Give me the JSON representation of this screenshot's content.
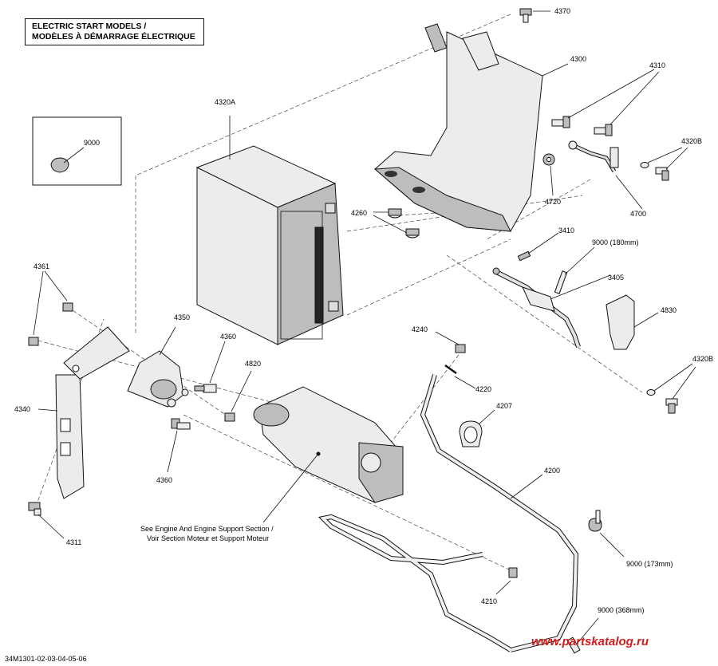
{
  "title": {
    "line1": "ELECTRIC START MODELS /",
    "line2": "MODÈLES À DÉMARRAGE ÉLECTRIQUE"
  },
  "callouts": {
    "c4370": "4370",
    "c4300": "4300",
    "c4310": "4310",
    "c4320A": "4320A",
    "c4320B_top": "4320B",
    "c4320B_bottom": "4320B",
    "c9000_inset": "9000",
    "c4260": "4260",
    "c4720": "4720",
    "c4700": "4700",
    "c3410": "3410",
    "c9000_180": "9000 (180mm)",
    "c3405": "3405",
    "c4830": "4830",
    "c4361": "4361",
    "c4350": "4350",
    "c4360_top": "4360",
    "c4360_bottom": "4360",
    "c4820": "4820",
    "c4340": "4340",
    "c4311": "4311",
    "c4240": "4240",
    "c4220": "4220",
    "c4207": "4207",
    "c4200": "4200",
    "c9000_173": "9000 (173mm)",
    "c4210": "4210",
    "c9000_368": "9000 (368mm)"
  },
  "note": {
    "line1": "See Engine And Engine Support Section /",
    "line2": "Voir Section Moteur et Support Moteur"
  },
  "drawing_code": "34M1301-02-03-04-05-06",
  "watermark": "www.partskatalog.ru"
}
